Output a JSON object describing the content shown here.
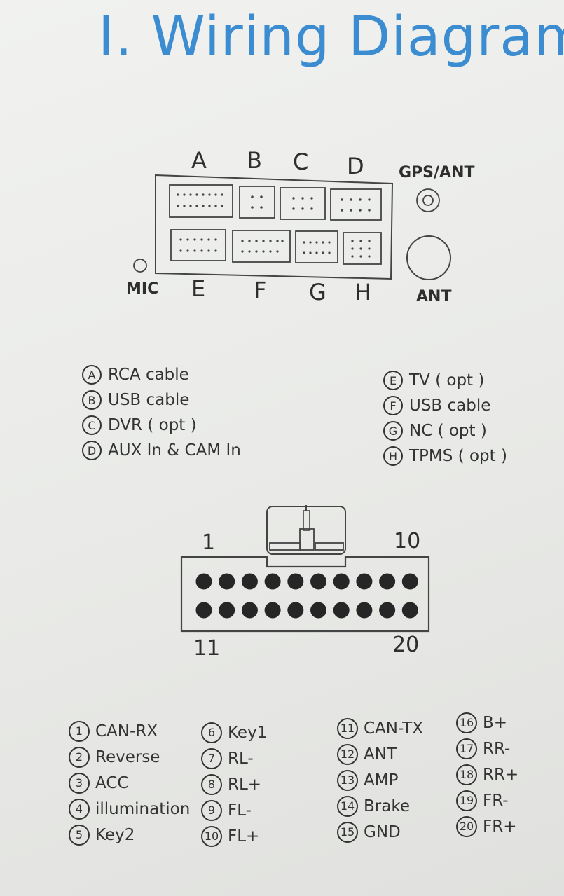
{
  "title": "I. Wiring Diagram",
  "unit_ports": {
    "top_letters": [
      "A",
      "B",
      "C",
      "D"
    ],
    "bottom_letters": [
      "E",
      "F",
      "G",
      "H"
    ],
    "gps_label": "GPS/ANT",
    "ant_label": "ANT",
    "mic_label": "MIC"
  },
  "legend": {
    "left": [
      {
        "key": "A",
        "label": "RCA cable"
      },
      {
        "key": "B",
        "label": "USB cable"
      },
      {
        "key": "C",
        "label": "DVR ( opt )"
      },
      {
        "key": "D",
        "label": "AUX In & CAM In"
      }
    ],
    "right": [
      {
        "key": "E",
        "label": "TV ( opt )"
      },
      {
        "key": "F",
        "label": "USB cable"
      },
      {
        "key": "G",
        "label": "NC  ( opt )"
      },
      {
        "key": "H",
        "label": "TPMS ( opt )"
      }
    ]
  },
  "connector": {
    "pin_labels": {
      "top_left": "1",
      "top_right": "10",
      "bottom_left": "11",
      "bottom_right": "20"
    }
  },
  "pins": {
    "col1": [
      {
        "num": "1",
        "label": "CAN-RX"
      },
      {
        "num": "2",
        "label": "Reverse"
      },
      {
        "num": "3",
        "label": "ACC"
      },
      {
        "num": "4",
        "label": "illumination"
      },
      {
        "num": "5",
        "label": "Key2"
      }
    ],
    "col2": [
      {
        "num": "6",
        "label": "Key1"
      },
      {
        "num": "7",
        "label": "RL-"
      },
      {
        "num": "8",
        "label": "RL+"
      },
      {
        "num": "9",
        "label": "FL-"
      },
      {
        "num": "10",
        "label": "FL+"
      }
    ],
    "col3": [
      {
        "num": "11",
        "label": "CAN-TX"
      },
      {
        "num": "12",
        "label": "ANT"
      },
      {
        "num": "13",
        "label": "AMP"
      },
      {
        "num": "14",
        "label": "Brake"
      },
      {
        "num": "15",
        "label": "GND"
      }
    ],
    "col4": [
      {
        "num": "16",
        "label": "B+"
      },
      {
        "num": "17",
        "label": "RR-"
      },
      {
        "num": "18",
        "label": "RR+"
      },
      {
        "num": "19",
        "label": "FR-"
      },
      {
        "num": "20",
        "label": "FR+"
      }
    ]
  }
}
